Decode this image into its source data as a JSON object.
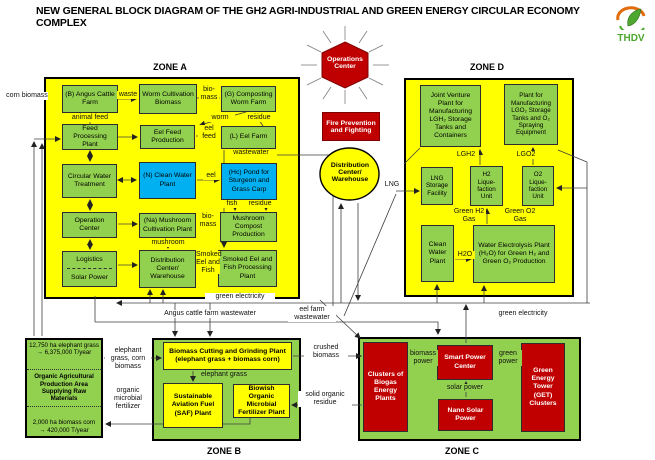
{
  "title": "NEW GENERAL BLOCK DIAGRAM OF THE GH2 AGRI-INDUSTRIAL AND GREEN ENERGY CIRCULAR ECONOMY COMPLEX",
  "logo_text": "THDV",
  "center": {
    "operations": "Operations Center",
    "fire": "Fire Prevention and Fighting",
    "hub": "Distribution Center/ Warehouse"
  },
  "zones": {
    "a": {
      "title": "ZONE A",
      "boxes": {
        "angus": "(B) Angus Cattle Farm",
        "worm_cultivation": "Worm Cultivation Biomass",
        "composting": "(G) Composting Worm Farm",
        "feed_processing": "Feed Processing Plant",
        "eel_feed_production": "Eel Feed Production",
        "eel_farm": "(L) Eel Farm",
        "circular_water": "Circular Water Treatment",
        "clean_water": "(N) Clean Water Plant",
        "pond": "(Hc) Pond for Sturgeon and Grass Carp",
        "operation_center": "Operation Center",
        "mushroom_cultivation": "(Na) Mushroom Cultivation Plant",
        "mushroom_compost": "Mushroom Compost Production",
        "logistics": "Logistics",
        "solar_power": "Solar Power",
        "distribution": "Distribution Center/ Warehouse",
        "smoked_plant": "Smoked Eel and Fish Processing Plant"
      }
    },
    "b": {
      "title": "ZONE B",
      "boxes": {
        "biomass_cutting": "Biomass Cutting and Grinding Plant (elephant grass + biomass corn)",
        "saf": "Sustainable Aviation Fuel (SAF) Plant",
        "biowish": "Biowish Organic Microbial Fertilizer Plant"
      }
    },
    "c": {
      "title": "ZONE C",
      "boxes": {
        "biogas": "Clusters of Biogas Energy Plants",
        "smart_power": "Smart Power Center",
        "nano_solar": "Nano Solar Power",
        "get": "Green Energy Tower (GET) Clusters"
      }
    },
    "d": {
      "title": "ZONE D",
      "boxes": {
        "jv_plant": "Joint Venture Plant for Manufacturing LGH₂ Storage Tanks and Containers",
        "lgo2_plant": "Plant for Manufacturing LGO₂ Storage Tanks and O₂ Spraying Equipment",
        "lng_storage": "LNG Storage Facility",
        "h2_liquefaction": "H2 Lique-faction Unit",
        "o2_liquefaction": "O2 Lique-faction Unit",
        "clean_water": "Clean Water Plant",
        "electrolysis": "Water Electrolysis Plant (H₂O) for Green H₂ and Green O₂ Production"
      }
    }
  },
  "production_area": {
    "top": "12,750 ha elephant grass → 6,375,000 T/year",
    "middle": "Organic Agricultural Production Area Supplying Raw Materials",
    "bottom": "2,000 ha biomass corn → 420,000 T/year"
  },
  "labels": {
    "waste": "waste",
    "bio_mass": "bio-mass",
    "animal_feed": "animal feed",
    "worm": "worm",
    "residue": "residue",
    "eel_feed": "eel feed",
    "wastewater": "wastewater",
    "eel": "eel",
    "fish": "fish",
    "mushroom": "mushroom",
    "smoked_eel_fish": "Smoked Eel and Fish",
    "green_electricity": "green electricity",
    "angus_wastewater": "Angus cattle farm wastewater",
    "eel_farm_wastewater": "eel farm wastewater",
    "corn_biomass": "corn biomass",
    "elephant_grass_corn": "elephant grass, corn biomass",
    "organic_fertilizer": "organic microbial fertilizer",
    "elephant_grass": "elephant grass",
    "crushed_biomass": "crushed biomass",
    "solid_residue": "solid organic residue",
    "biomass_power": "biomass power",
    "solar_power": "solar power",
    "green_power": "green power",
    "lgh2": "LGH2",
    "lgo2": "LGO2",
    "green_h2": "Green H2 Gas",
    "green_o2": "Green O2 Gas",
    "h2o": "H2O",
    "lng": "LNG"
  },
  "colors": {
    "zone_yellow": "#ffff00",
    "box_green": "#92d050",
    "box_blue": "#00b0f0",
    "box_red": "#c00000",
    "line": "#3f3f3f"
  }
}
